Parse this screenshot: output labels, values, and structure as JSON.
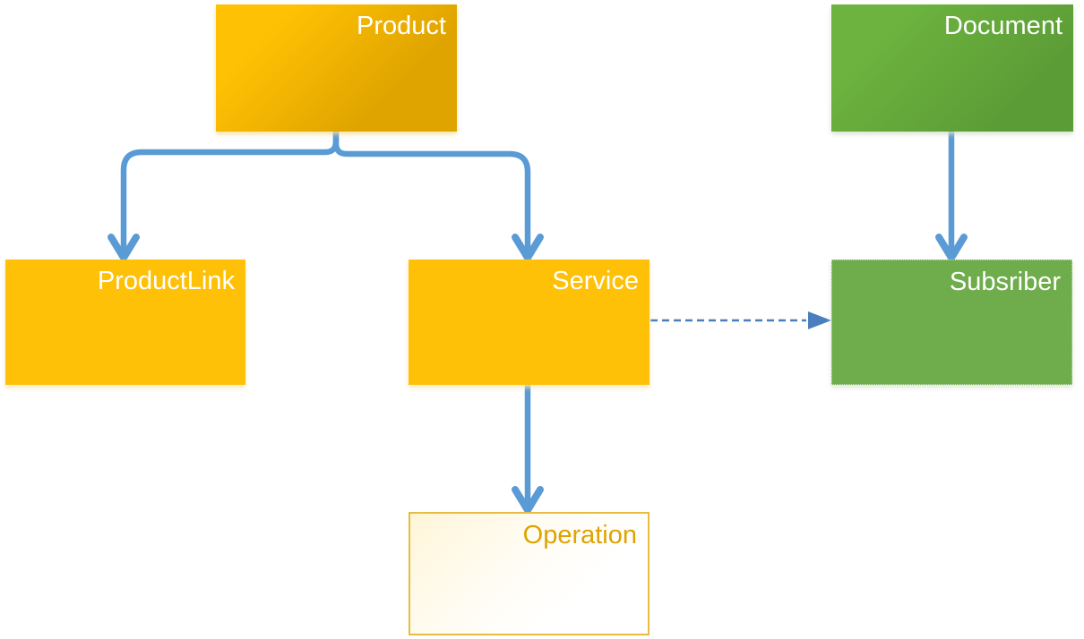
{
  "diagram": {
    "nodes": {
      "product": {
        "label": "Product"
      },
      "document": {
        "label": "Document"
      },
      "productlink": {
        "label": "ProductLink"
      },
      "service": {
        "label": "Service"
      },
      "subsriber": {
        "label": "Subsriber"
      },
      "operation": {
        "label": "Operation"
      }
    },
    "edges": [
      {
        "from": "Product",
        "to": "ProductLink",
        "style": "solid-arrow"
      },
      {
        "from": "Product",
        "to": "Service",
        "style": "solid-arrow"
      },
      {
        "from": "Document",
        "to": "Subsriber",
        "style": "solid-arrow"
      },
      {
        "from": "Service",
        "to": "Subsriber",
        "style": "dashed-arrow"
      },
      {
        "from": "Service",
        "to": "Operation",
        "style": "solid-arrow"
      }
    ],
    "colors": {
      "arrow_blue": "#5B9BD5",
      "dashed_blue": "#4A7EBC",
      "gold_gradient_start": "#FFC103",
      "gold_gradient_end": "#DFA400",
      "flat_gold": "#FFC008",
      "green_gradient_start": "#6CB33F",
      "green_gradient_end": "#5C9C36",
      "flat_green": "#6FAC4B",
      "operation_text": "#DFA300",
      "operation_border": "#E8BC40",
      "label_white": "#FFFFFF"
    }
  }
}
